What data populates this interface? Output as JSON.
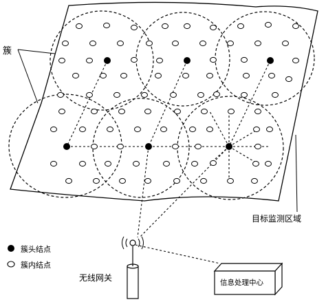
{
  "labels": {
    "cluster": "簇",
    "target_area": "目标监测区域",
    "wireless_gateway": "无线网关",
    "info_center": "信息处理中心"
  },
  "legend": {
    "head": "簇头结点",
    "member": "簇内结点"
  },
  "colors": {
    "stroke": "#000000",
    "fill_head": "#000000",
    "fill_member": "#ffffff",
    "background": "#ffffff"
  }
}
